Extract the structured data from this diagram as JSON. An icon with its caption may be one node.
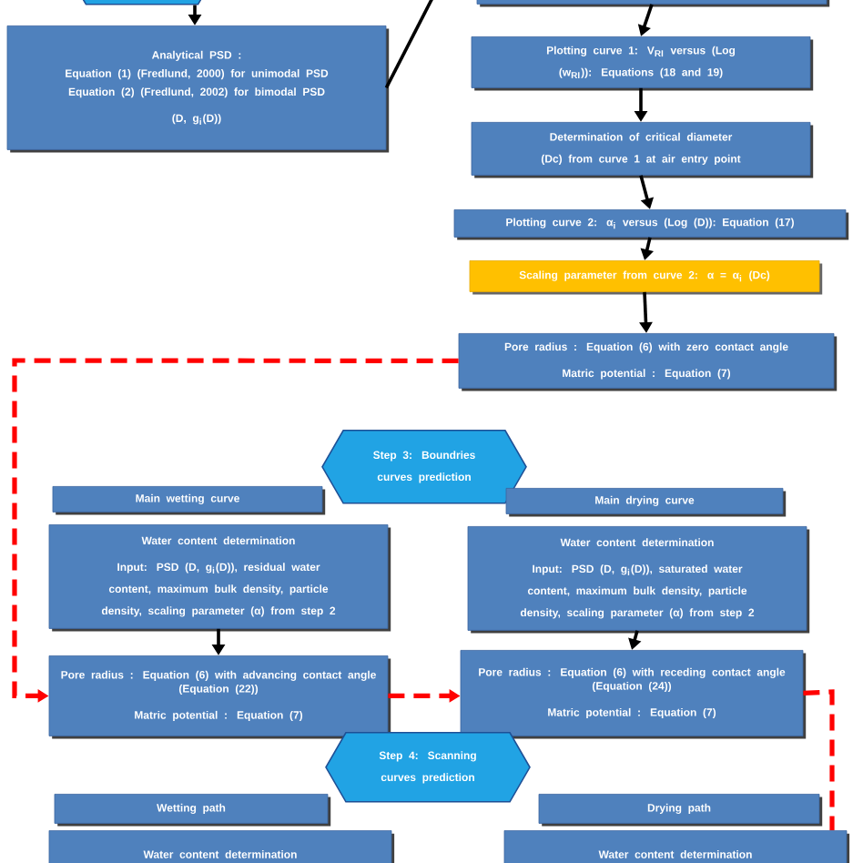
{
  "diagram": {
    "nodes": [
      {
        "text": [],
        "shape": "hexagon"
      },
      {
        "text": [],
        "shape": "box"
      },
      {
        "text": [
          "Analytical PSD :",
          "Equation (1) (Fredlund, 2000)  for unimodal PSD",
          "Equation (2) (Fredlund, 2002)  for bimodal PSD",
          "(D, g$_{i}$(D))"
        ]
      },
      {
        "text": [
          "Plotting curve 1: V$_{RI}$ versus (Log (w$_{RI}$)): Equations (18 and 19)"
        ]
      },
      {
        "text": [
          "Determination of  critical diameter (Dc) from curve 1 at air entry point"
        ]
      },
      {
        "text": [
          "Plotting curve 2: α$_{i}$ versus (Log (D)): Equation  (17)"
        ]
      },
      {
        "text": [
          "Scaling parameter from curve 2: α = α$_{i}$ (Dc)"
        ]
      },
      {
        "text": [
          "Pore  radius : Equation (6) with zero contact angle",
          "Matric potential : Equation (7)"
        ]
      },
      {
        "text": [
          "Step 3: Boundries curves prediction"
        ]
      },
      {
        "text": [
          "Main wetting curve"
        ]
      },
      {
        "text": [
          "Water content determination",
          "Input:  PSD (D, g$_{i}$(D)), residual  water content, maximum bulk density, particle density, scaling parameter (α) from step 2"
        ]
      },
      {
        "text": [
          "Pore  radius : Equation (6) with advancing contact angle (Equation (22))",
          "Matric potential : Equation (7)"
        ]
      },
      {
        "text": [
          "Main drying curve"
        ]
      },
      {
        "text": [
          "Water content determination",
          "Input:  PSD (D, g$_{i}$(D)), saturated  water content, maximum bulk density, particle density, scaling parameter (α) from step 2"
        ]
      },
      {
        "text": [
          "Pore  radius : Equation (6) with receding contact angle (Equation (24))",
          "Matric potential : Equation (7)"
        ]
      },
      {
        "text": [
          "Step 4: Scanning curves prediction"
        ]
      },
      {
        "text": [
          "Wetting path"
        ]
      },
      {
        "text": [
          "Drying path"
        ]
      },
      {
        "text": [
          "Water content determination"
        ]
      },
      {
        "text": [
          "Water content determination"
        ]
      }
    ],
    "edges": [
      {
        "from": 0,
        "to": 2,
        "arrow": "to"
      },
      {
        "from": 2,
        "to": null,
        "arrow": "none"
      },
      {
        "from": 1,
        "to": 3,
        "arrow": "to"
      },
      {
        "from": 3,
        "to": 4,
        "arrow": "to"
      },
      {
        "from": 4,
        "to": 5,
        "arrow": "to"
      },
      {
        "from": 5,
        "to": 6,
        "arrow": "to"
      },
      {
        "from": 6,
        "to": 7,
        "arrow": "to"
      },
      {
        "from": 7,
        "to": 11,
        "arrow": "to",
        "style": "dashed",
        "color": "#ff0000"
      },
      {
        "from": 10,
        "to": 11,
        "arrow": "to"
      },
      {
        "from": 13,
        "to": 14,
        "arrow": "to"
      },
      {
        "from": 11,
        "to": 14,
        "arrow": "to",
        "style": "dashed",
        "color": "#ff0000"
      },
      {
        "from": 14,
        "to": 19,
        "arrow": "none",
        "style": "dashed",
        "color": "#ff0000"
      }
    ]
  }
}
